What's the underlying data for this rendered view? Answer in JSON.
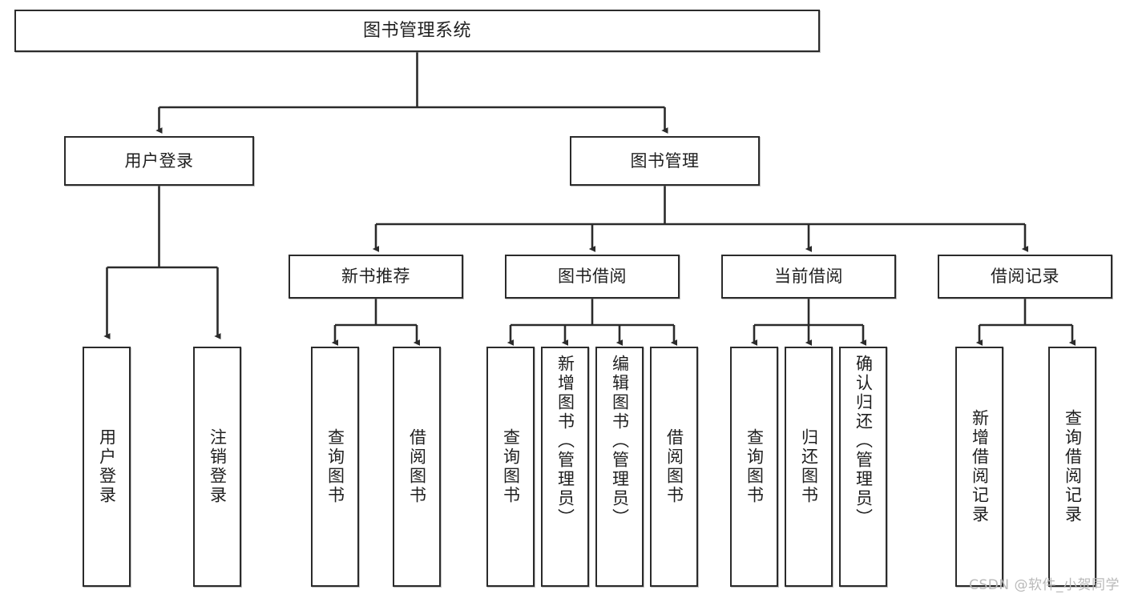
{
  "diagram": {
    "title": "图书管理系统",
    "type": "tree",
    "watermark": "CSDN @软件_小贺同学",
    "levels": {
      "root": {
        "label": "图书管理系统"
      },
      "level2": [
        {
          "label": "用户登录"
        },
        {
          "label": "图书管理"
        }
      ],
      "level3": [
        {
          "label": "新书推荐"
        },
        {
          "label": "图书借阅"
        },
        {
          "label": "当前借阅"
        },
        {
          "label": "借阅记录"
        }
      ],
      "leaves": {
        "user_login": [
          {
            "label": "用户登录"
          },
          {
            "label": "注销登录"
          }
        ],
        "new_book_recommend": [
          {
            "label": "查询图书"
          },
          {
            "label": "借阅图书"
          }
        ],
        "book_borrow": [
          {
            "label": "查询图书"
          },
          {
            "label": "新增图书（管理员）"
          },
          {
            "label": "编辑图书（管理员）"
          },
          {
            "label": "借阅图书"
          }
        ],
        "current_borrow": [
          {
            "label": "查询图书"
          },
          {
            "label": "归还图书"
          },
          {
            "label": "确认归还（管理员）"
          }
        ],
        "borrow_record": [
          {
            "label": "新增借阅记录"
          },
          {
            "label": "查询借阅记录"
          }
        ]
      }
    },
    "colors": {
      "stroke": "#2b2b2b",
      "fill": "#ffffff",
      "text": "#1f1f1f",
      "watermark": "#b9b9b9"
    }
  }
}
